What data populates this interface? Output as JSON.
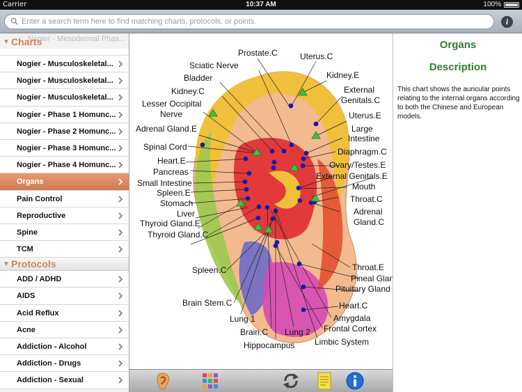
{
  "status_bar": {
    "carrier": "Carrier",
    "time": "10:37 AM",
    "battery": "100%"
  },
  "search": {
    "placeholder": "Enter a search term here to find matching charts, protocols, or points."
  },
  "sidebar": {
    "ghost_item": "Nogier - Mesodermal Phas...",
    "charts_header": "Charts",
    "charts": [
      "Nogier - Musculoskeletal...",
      "Nogier - Musculoskeletal...",
      "Nogier - Musculoskeletal...",
      "Nogier - Phase 1 Homunc...",
      "Nogier - Phase 2 Homunc...",
      "Nogier - Phase 3 Homunc...",
      "Nogier - Phase 4 Homunc...",
      "Organs",
      "Pain Control",
      "Reproductive",
      "Spine",
      "TCM"
    ],
    "selected_chart": "Organs",
    "protocols_header": "Protocols",
    "protocols": [
      "ADD / ADHD",
      "AIDS",
      "Acid Reflux",
      "Acne",
      "Addiction - Alcohol",
      "Addiction - Drugs",
      "Addiction - Sexual"
    ]
  },
  "chart": {
    "labels": [
      "Prostate.C",
      "Uterus.C",
      "Sciatic Nerve",
      "Bladder",
      "Kidney.E",
      "Kidney.C",
      "External",
      "Genitals.C",
      "Lesser Occipital",
      "Nerve",
      "Uterus.E",
      "Large",
      "Intestine",
      "Adrenal Gland.E",
      "Spinal Cord",
      "Diaphragm.C",
      "Heart.E",
      "Ovary/Testes.E",
      "Pancreas",
      "External Genitals.E",
      "Small Intestine",
      "Mouth",
      "Spleen.E",
      "Throat.C",
      "Stomach",
      "Adrenal",
      "Gland.C",
      "Liver",
      "Thyroid Gland.E",
      "Thyroid Gland.C",
      "Spleen.C",
      "Throat.E",
      "Pineal Gland",
      "Pituitary Gland",
      "Brain Stem.C",
      "Heart.C",
      "Amygdala",
      "Lung 1",
      "Frontal Cortex",
      "Brain.C",
      "Lung 2",
      "Limbic System",
      "Hippocampus"
    ],
    "colors": {
      "blue_point": "#1a1aa8",
      "green_marker": "#3ec23e",
      "accent": "#d2845a"
    }
  },
  "description": {
    "title": "Organs",
    "heading": "Description",
    "text": "This chart shows the auricular points relating to the internal organs according to both the Chinese and European models."
  },
  "toolbar": {
    "icons": [
      "ear-icon",
      "grid-icon",
      "refresh-icon",
      "note-icon",
      "info-icon"
    ]
  }
}
